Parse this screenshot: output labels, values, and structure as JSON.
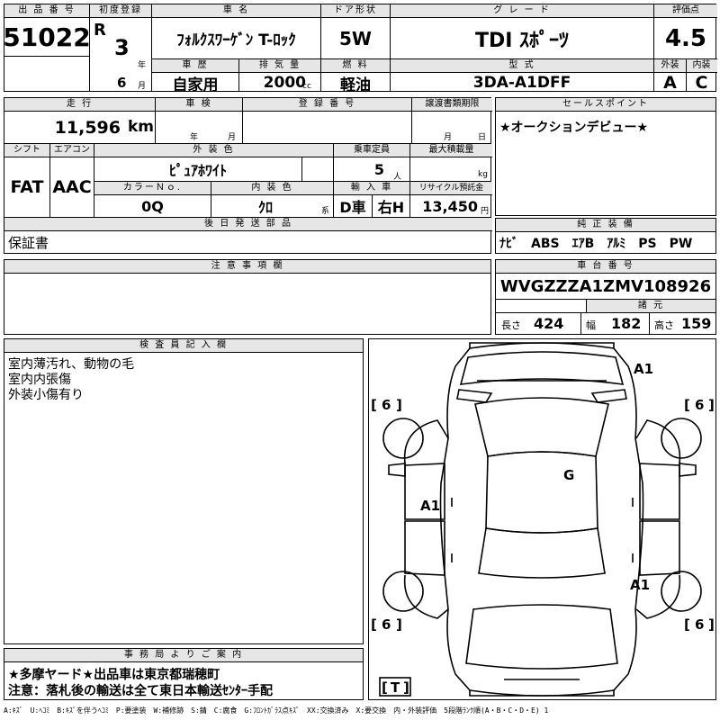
{
  "top": {
    "lot_label": "出 品 番 号",
    "lot_no": "51022",
    "first_reg_label": "初度登録",
    "era": "R",
    "year": "3",
    "year_unit": "年",
    "month": "6",
    "month_unit": "月",
    "car_name_label": "車 名",
    "car_name": "ﾌｫﾙｸｽﾜｰｹﾞﾝ T-ﾛｯｸ",
    "door_label": "ドア形状",
    "door": "5W",
    "grade_label": "グ レ ー ド",
    "grade": "TDI ｽﾎﾟｰﾂ",
    "score_label": "評価点",
    "score": "4.5",
    "history_label": "車 歴",
    "history": "自家用",
    "displacement_label": "排 気 量",
    "displacement": "2000",
    "cc": "cc",
    "fuel_label": "燃 料",
    "fuel": "軽油",
    "model_label": "型 式",
    "model": "3DA-A1DFF",
    "ext_label": "外装",
    "int_label": "内装",
    "ext": "A",
    "int": "C"
  },
  "mid": {
    "mileage_label": "走 行",
    "mileage": "11,596",
    "km": "km",
    "inspection_label": "車 検",
    "insp_year": "年",
    "insp_month": "月",
    "regno_label": "登 録 番 号",
    "deadline_label": "譲渡書類期限",
    "dl_month": "月",
    "dl_day": "日",
    "shift_label": "シフト",
    "ac_label": "エアコン",
    "shift": "FAT",
    "ac": "AAC",
    "color_label": "外 装 色",
    "color": "ﾋﾟｭｱﾎﾜｲﾄ",
    "capacity_label": "乗車定員",
    "capacity": "5",
    "capacity_unit": "人",
    "load_label": "最大積載量",
    "load_unit": "kg",
    "colorno_label": "カラーＮｏ.",
    "colorno": "0Q",
    "interior_label": "内 装 色",
    "interior": "ｸﾛ",
    "interior_unit": "系",
    "import_label": "輸 入 車",
    "import": "D車",
    "handle": "右H",
    "recycle_label": "リサイクル預託金",
    "recycle": "13,450",
    "yen": "円",
    "later_label": "後 日 発 送 部 品",
    "later": "保証書",
    "sales_label": "セールスポイント",
    "sales": "★オークションデビュー★",
    "equip_label": "純 正 装 備",
    "equip": "ﾅﾋﾞ　ABS　ｴｱB　ｱﾙﾐ　PS　PW"
  },
  "notes": {
    "caution_label": "注 意 事 項 欄",
    "chassis_label": "車 台 番 号",
    "chassis": "WVGZZZA1ZMV108926",
    "dims_label": "諸 元",
    "len_label": "長さ",
    "len": "424",
    "wid_label": "幅",
    "wid": "182",
    "hei_label": "高さ",
    "hei": "159"
  },
  "inspector": {
    "label": "検 査 員 記 入 欄",
    "text": "室内薄汚れ、動物の毛\n室内内張傷\n外装小傷有り"
  },
  "office": {
    "label": "事 務 局 よ り ご 案 内",
    "line1": "★多摩ヤード★出品車は東京都瑞穂町",
    "line2": "注意：落札後の輸送は全て東日本輸送ｾﾝﾀｰ手配"
  },
  "diagram": {
    "marks": [
      "A1",
      "G",
      "A1",
      "A1"
    ],
    "tires": [
      "6",
      "6",
      "6",
      "6"
    ],
    "spare": "T"
  },
  "footer": "A:ｷｽﾞ　U:ﾍｺﾐ　B:ｷｽﾞを伴うﾍｺﾐ　P:要塗装　W:補修跡　S:錆　C:腐食　G:ﾌﾛﾝﾄｶﾞﾗｽ点ｷｽﾞ　XX:交換済み　X:要交換　内・外装評価　5段階ﾗﾝｸ順(A・B・C・D・E) 1"
}
